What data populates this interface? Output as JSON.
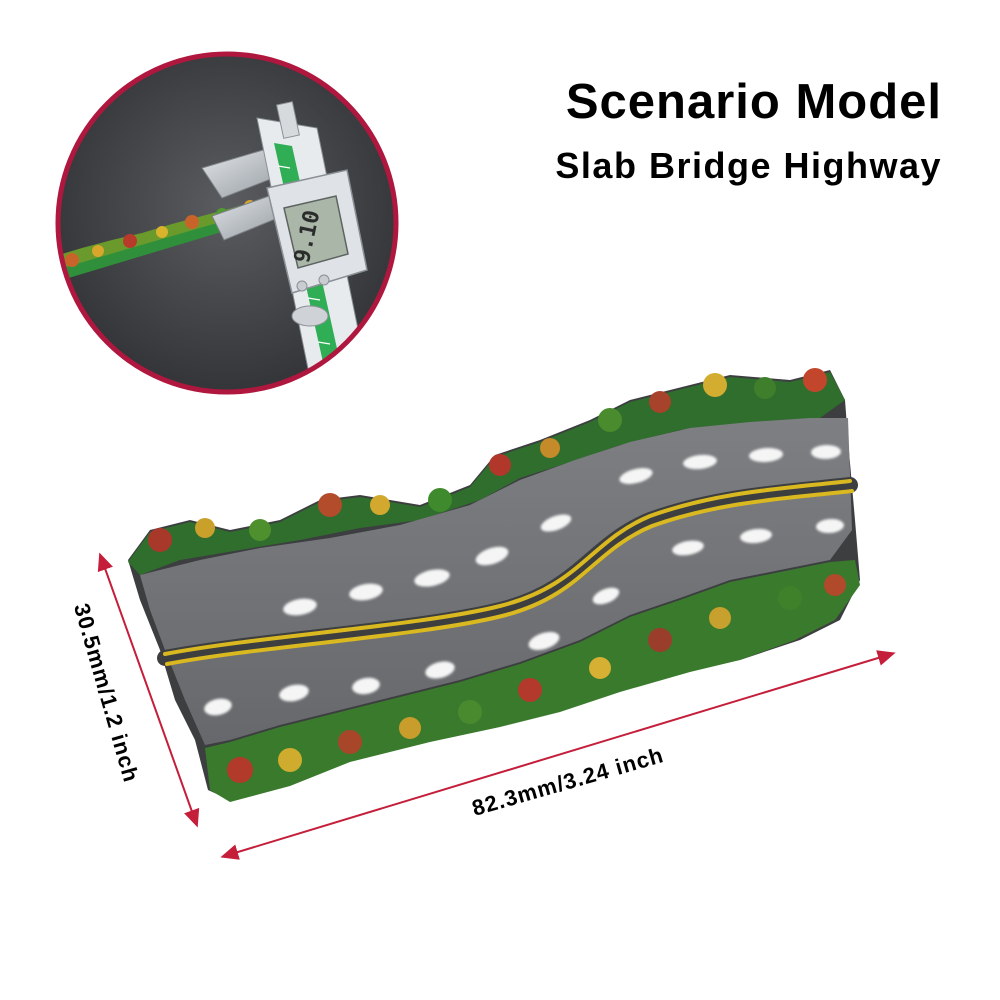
{
  "heading": {
    "title": "Scenario Model",
    "subtitle": "Slab Bridge Highway"
  },
  "dimensions": {
    "height_label": "30.5mm/1.2 inch",
    "length_label": "82.3mm/3.24 inch",
    "arrow_color": "#c41e3a"
  },
  "inset": {
    "caliper_reading": "9.10",
    "border_color": "#b0173f"
  }
}
